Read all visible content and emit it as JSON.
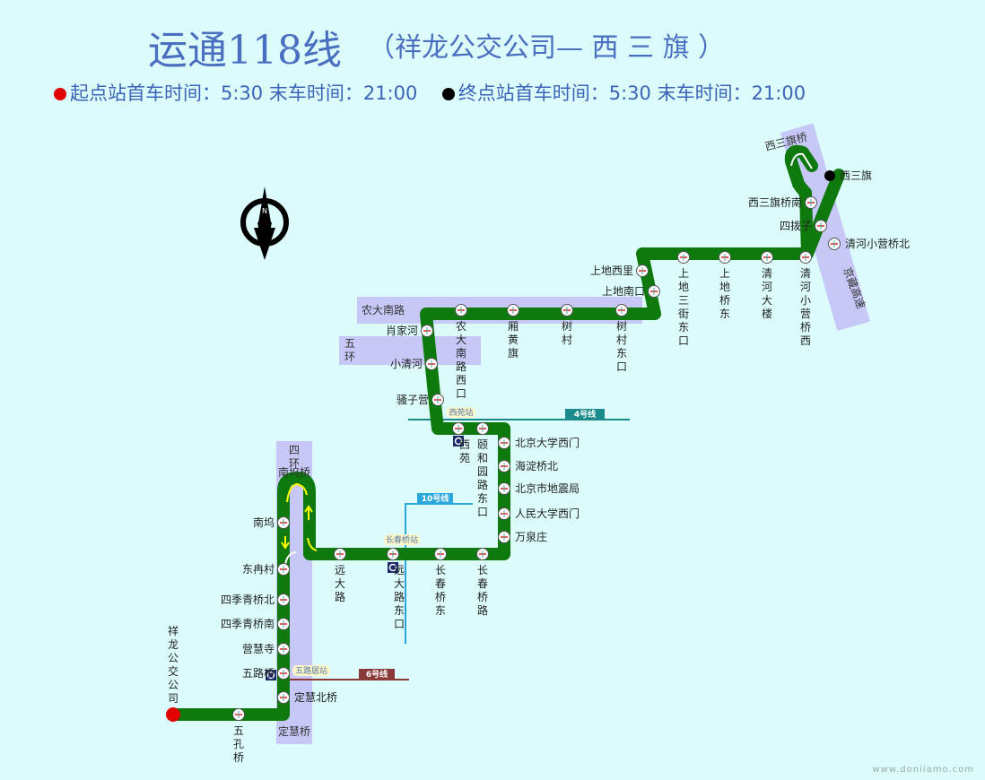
{
  "title": {
    "main": "运通118线",
    "sub": "（祥龙公交公司— 西 三 旗 ）"
  },
  "times": {
    "start_text": "起点站首车时间：5:30 末车时间：21:00",
    "end_text": "终点站首车时间：5:30 末车时间：21:00",
    "start_color": "#e00000",
    "end_color": "#000000"
  },
  "colors": {
    "route": "#0e7a0e",
    "road_band": "#c8c8f8",
    "arrow": "#ffff00",
    "text_blue": "#3b63b7"
  },
  "compass": {
    "letter": "N"
  },
  "roads": {
    "xisanqi_bridge": "西三旗桥",
    "jingzang": "京藏高速",
    "nongda": "农大南路",
    "wuhuan": "五环",
    "sihuan": "四环",
    "nanwu_bridge": "南坞桥",
    "dinghui_bridge": "定慧桥"
  },
  "rail": {
    "line4": "4号线",
    "line10": "10号线",
    "line6": "6号线",
    "xiyuan_station": "西苑站",
    "changchun_station": "长春桥站",
    "wulu_station": "五路居站"
  },
  "stops": {
    "xisanqi": "西三旗",
    "xisanqi_qiaonan": "西三旗桥南",
    "sibozi": "四拨子",
    "qinghe_xiaoying_qiaobei": "清河小营桥北",
    "qinghe_xiaoying_qiaoxi": "清河小营桥西",
    "qinghe_dalou": "清河大楼",
    "shangdi_qiaodong": "上地桥东",
    "shangdi_sanjie_dongkou": "上地三街东口",
    "shangdi_xili": "上地西里",
    "shangdi_nankou": "上地南口",
    "shucun_dongkou": "树村东口",
    "shucun": "树村",
    "xianghuangqi": "厢黄旗",
    "nongda_nanlu_xikou": "农大南路西口",
    "xiaojiahe": "肖家河",
    "xiaoqinghe": "小清河",
    "saozi_ying": "骚子营",
    "xiyuan": "西苑",
    "yiheyuan_lu_dongkou": "颐和园路东口",
    "beida_ximen": "北京大学西门",
    "haidian_qiaobei": "海淀桥北",
    "dizhen_ju": "北京市地震局",
    "renda_ximen": "人民大学西门",
    "wanquan_zhuang": "万泉庄",
    "changchunqiao_lu": "长春桥路",
    "changchunqiao_dong": "长春桥东",
    "yuandalu_dongkou": "远大路东口",
    "yuandalu": "远大路",
    "nanwu": "南坞",
    "dongran_cun": "东冉村",
    "siji_qing_qiaobei": "四季青桥北",
    "siji_qing_qiaonan": "四季青桥南",
    "yinghui_si": "营慧寺",
    "wulu_qiao": "五路桥",
    "dinghui_beiqiao": "定慧北桥",
    "wukong_qiao": "五孔桥",
    "xianglong": "祥龙公交公司"
  },
  "watermark": "www.doniiamo.com"
}
